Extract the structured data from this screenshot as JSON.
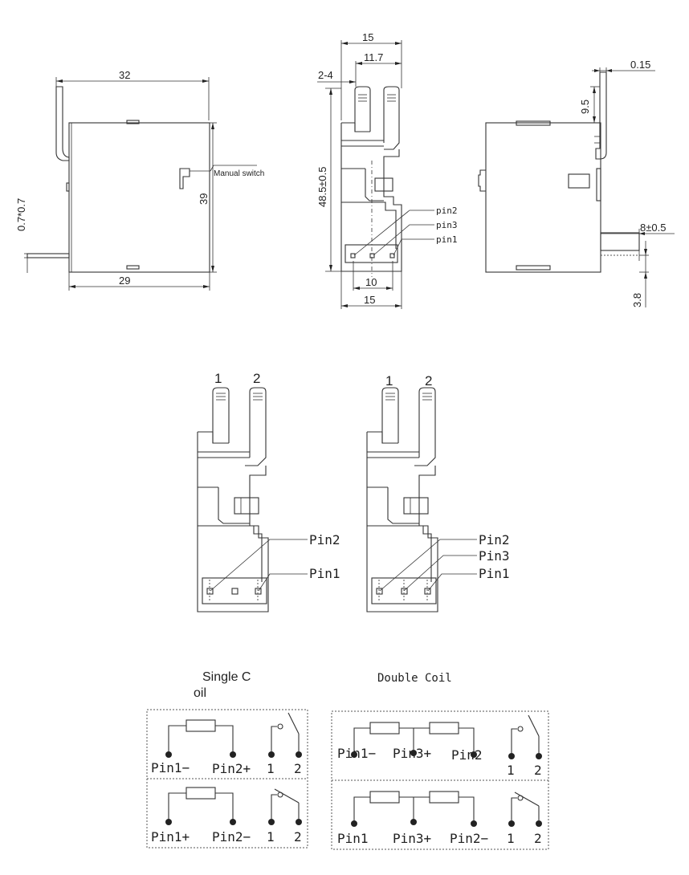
{
  "dimensions": {
    "left_top_width": "32",
    "left_bottom_width": "29",
    "left_height": "39",
    "left_pin_offset": "0.7*0.7",
    "manual_switch": "Manual switch",
    "mid_top_width": "15",
    "mid_inner_width": "11.7",
    "mid_pin_gap": "2-4",
    "mid_height": "48.5±0.5",
    "mid_bottom_inner": "10",
    "mid_bottom_width": "15",
    "right_thickness": "0.15",
    "right_terminal_height": "9.5",
    "right_pin_length": "8±0.5",
    "right_pin_offset": "3.8",
    "mid_pin2": "pin2",
    "mid_pin3": "pin3",
    "mid_pin1": "pin1"
  },
  "variants": {
    "single": {
      "terminal_1": "1",
      "terminal_2": "2",
      "pin2": "Pin2",
      "pin1": "Pin1"
    },
    "double": {
      "terminal_1": "1",
      "terminal_2": "2",
      "pin2": "Pin2",
      "pin3": "Pin3",
      "pin1": "Pin1"
    }
  },
  "schematics": {
    "single_title_line1": "Single C",
    "single_title_line2": "oil",
    "double_title": "Double Coil",
    "single_top": {
      "left": "Pin1−",
      "right": "Pin2+",
      "c1": "1",
      "c2": "2"
    },
    "single_bottom": {
      "left": "Pin1+",
      "right": "Pin2−",
      "c1": "1",
      "c2": "2"
    },
    "double_top": {
      "left": "Pin1−",
      "mid": "Pin3+",
      "right": "Pin2",
      "c1": "1",
      "c2": "2"
    },
    "double_bottom": {
      "left": "Pin1",
      "mid": "Pin3+",
      "right": "Pin2−",
      "c1": "1",
      "c2": "2"
    }
  }
}
